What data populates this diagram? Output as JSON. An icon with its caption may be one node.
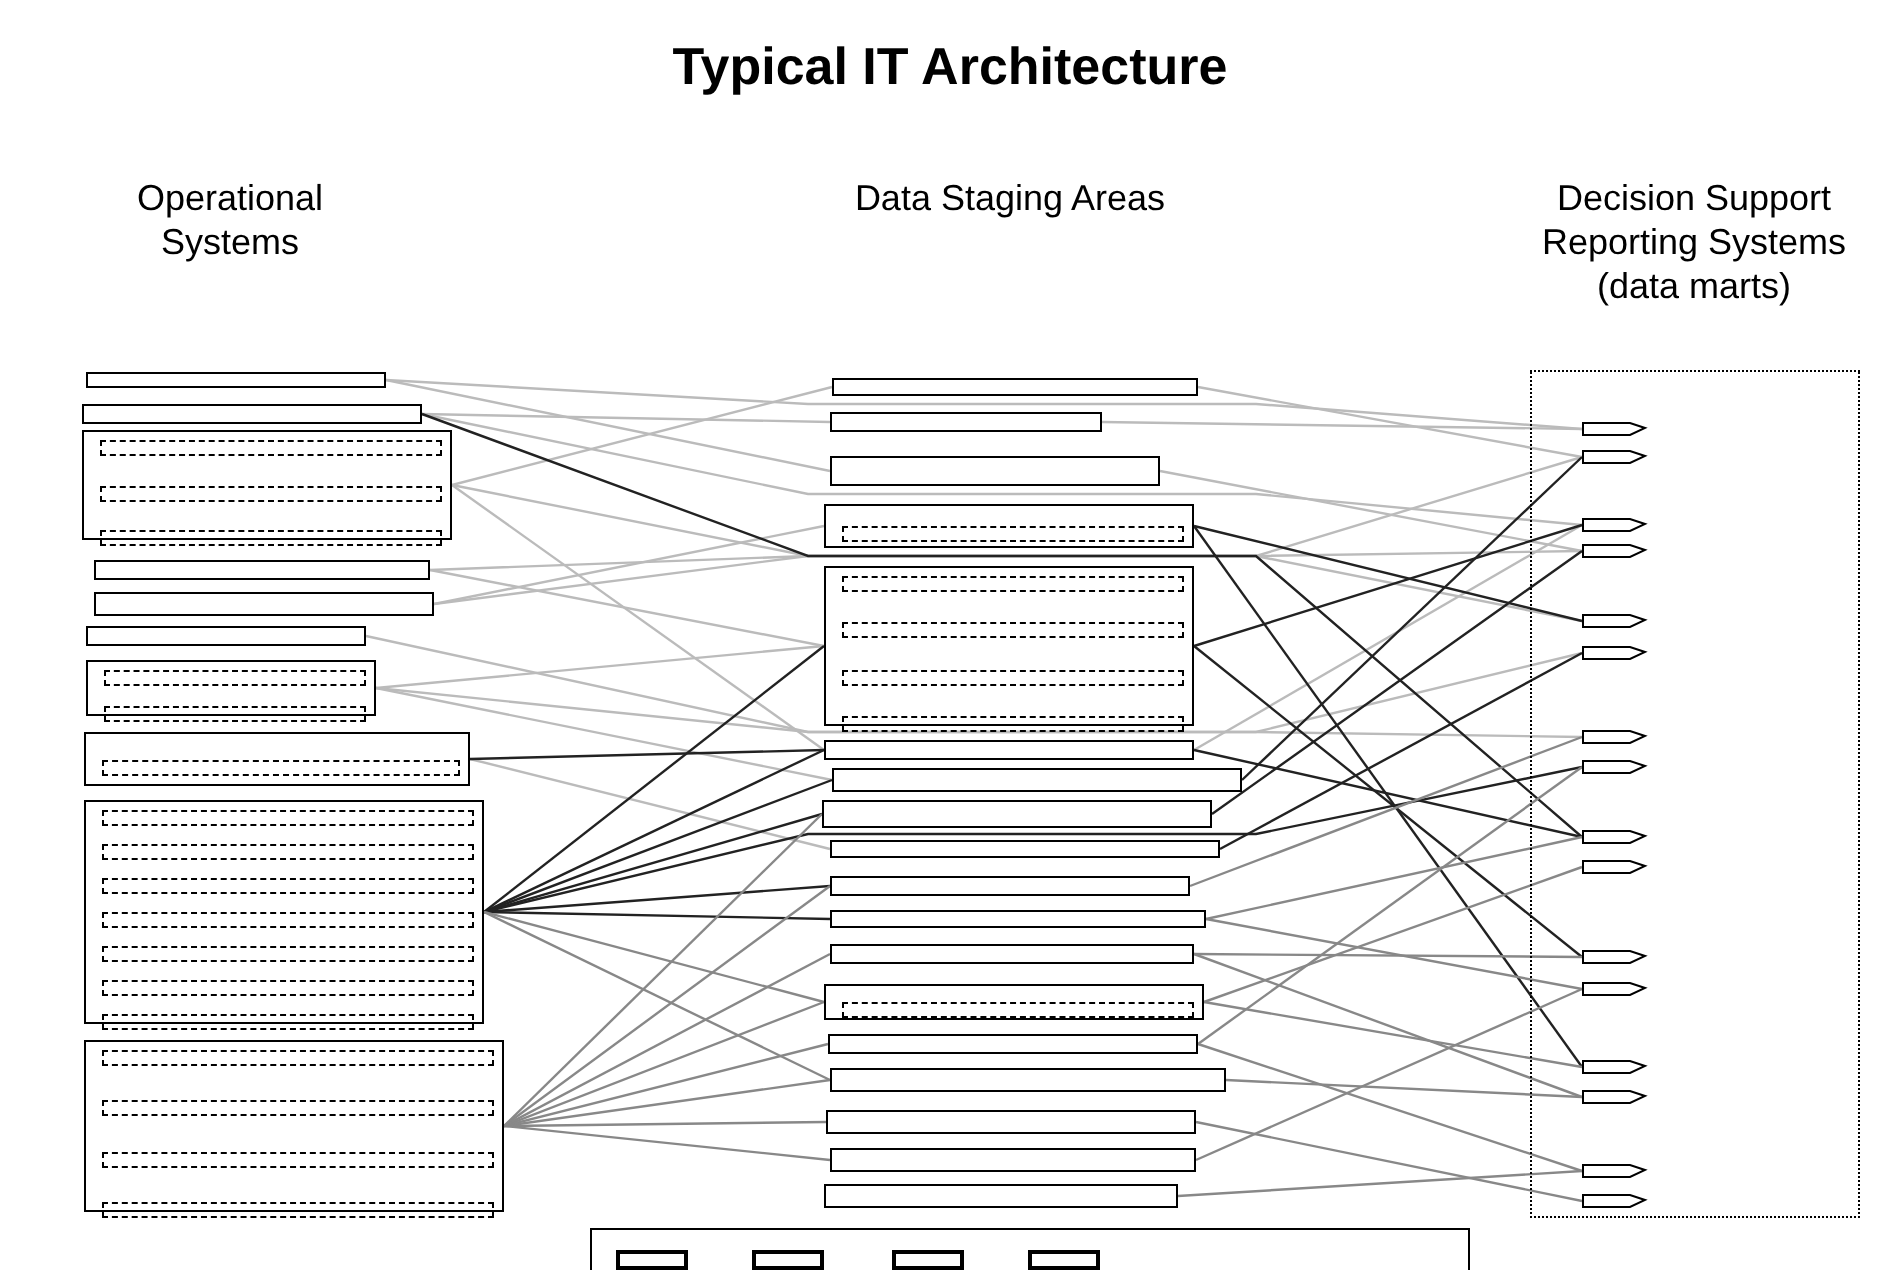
{
  "diagram": {
    "title": "Typical IT Architecture",
    "nodes": [
      {
        "text": [],
        "shape": "box"
      },
      {
        "text": [],
        "shape": "box"
      },
      {
        "text": [],
        "shape": "box"
      },
      {
        "text": [],
        "shape": "box"
      },
      {
        "text": [],
        "shape": "box"
      },
      {
        "text": [],
        "shape": "box"
      },
      {
        "text": [],
        "shape": "box"
      },
      {
        "text": [],
        "shape": "box"
      },
      {
        "text": [],
        "shape": "box"
      },
      {
        "text": [],
        "shape": "box"
      },
      {
        "text": [],
        "shape": "box"
      },
      {
        "text": [],
        "shape": "box"
      },
      {
        "text": [],
        "shape": "box"
      },
      {
        "text": [],
        "shape": "box"
      },
      {
        "text": [],
        "shape": "box"
      },
      {
        "text": [],
        "shape": "box"
      },
      {
        "text": [],
        "shape": "box"
      },
      {
        "text": [],
        "shape": "box"
      },
      {
        "text": [],
        "shape": "box"
      },
      {
        "text": [],
        "shape": "box"
      },
      {
        "text": [],
        "shape": "box"
      },
      {
        "text": [],
        "shape": "box"
      },
      {
        "text": [],
        "shape": "box"
      },
      {
        "text": [],
        "shape": "box"
      },
      {
        "text": [],
        "shape": "box"
      },
      {
        "text": [],
        "shape": "box"
      },
      {
        "text": [],
        "shape": "box"
      },
      {
        "text": [],
        "shape": "box"
      },
      {
        "text": [],
        "shape": "box"
      },
      {
        "text": [],
        "shape": "box",
        "in": 28
      },
      {
        "text": [],
        "shape": "box",
        "in": 28
      },
      {
        "text": [],
        "shape": "box",
        "in": 28
      },
      {
        "text": [],
        "shape": "box",
        "in": 28
      },
      {
        "text": [],
        "shape": "box"
      },
      {
        "text": [],
        "shape": "box",
        "in": 33
      },
      {
        "text": [],
        "shape": "box",
        "in": 33
      },
      {
        "text": [],
        "shape": "box",
        "in": 33
      },
      {
        "text": [],
        "shape": "box",
        "in": 33
      },
      {
        "text": [],
        "shape": "box",
        "in": 33
      },
      {
        "text": [],
        "shape": "box",
        "in": 33
      },
      {
        "text": [],
        "shape": "box",
        "in": 33
      },
      {
        "text": [],
        "shape": "box",
        "in": 33
      },
      {
        "text": [],
        "shape": "box",
        "in": 33
      },
      {
        "text": [],
        "shape": "box",
        "in": 33
      },
      {
        "text": [],
        "shape": "box",
        "in": 33
      },
      {
        "text": [],
        "shape": "box",
        "in": 33
      },
      {
        "text": [],
        "shape": "box",
        "in": 33
      },
      {
        "text": [],
        "shape": "box",
        "in": 33
      },
      {
        "text": [],
        "shape": "box",
        "in": 33
      },
      {
        "text": [],
        "shape": "box",
        "in": 33
      }
    ],
    "edges": [
      {
        "from": 0,
        "to": 12,
        "arrow": "none",
        "color": "#bbbbbb"
      },
      {
        "from": 0,
        "to": 34,
        "arrow": "none",
        "color": "#bbbbbb"
      },
      {
        "from": 1,
        "to": 11,
        "arrow": "none",
        "color": "#bbbbbb"
      },
      {
        "from": 1,
        "to": 36,
        "arrow": "none",
        "color": "#bbbbbb"
      },
      {
        "from": 2,
        "to": 15,
        "arrow": "none",
        "color": "#bbbbbb"
      },
      {
        "from": 2,
        "to": 38,
        "arrow": "none",
        "color": "#bbbbbb"
      },
      {
        "from": 2,
        "to": 10,
        "arrow": "none",
        "color": "#bbbbbb"
      },
      {
        "from": 3,
        "to": 14,
        "arrow": "none",
        "color": "#bbbbbb"
      },
      {
        "from": 3,
        "to": 37,
        "arrow": "none",
        "color": "#bbbbbb"
      },
      {
        "from": 4,
        "to": 35,
        "arrow": "none",
        "color": "#bbbbbb"
      },
      {
        "from": 4,
        "to": 13,
        "arrow": "none",
        "color": "#bbbbbb"
      },
      {
        "from": 5,
        "to": 39,
        "arrow": "none",
        "color": "#bbbbbb"
      },
      {
        "from": 6,
        "to": 14,
        "arrow": "none",
        "color": "#bbbbbb"
      },
      {
        "from": 6,
        "to": 40,
        "arrow": "none",
        "color": "#bbbbbb"
      },
      {
        "from": 6,
        "to": 16,
        "arrow": "none",
        "color": "#bbbbbb"
      },
      {
        "from": 7,
        "to": 18,
        "arrow": "none",
        "color": "#bbbbbb"
      },
      {
        "from": 10,
        "to": 35,
        "arrow": "none",
        "color": "#bbbbbb"
      },
      {
        "from": 11,
        "to": 34,
        "arrow": "none",
        "color": "#bbbbbb"
      },
      {
        "from": 12,
        "to": 37,
        "arrow": "none",
        "color": "#bbbbbb"
      },
      {
        "from": 15,
        "to": 36,
        "arrow": "none",
        "color": "#bbbbbb"
      },
      {
        "from": 1,
        "to": 42,
        "arrow": "none",
        "color": "#222222"
      },
      {
        "from": 8,
        "to": 14,
        "arrow": "none",
        "color": "#222222"
      },
      {
        "from": 8,
        "to": 15,
        "arrow": "none",
        "color": "#222222"
      },
      {
        "from": 8,
        "to": 17,
        "arrow": "none",
        "color": "#222222"
      },
      {
        "from": 8,
        "to": 16,
        "arrow": "none",
        "color": "#222222"
      },
      {
        "from": 8,
        "to": 19,
        "arrow": "none",
        "color": "#222222"
      },
      {
        "from": 7,
        "to": 15,
        "arrow": "none",
        "color": "#222222"
      },
      {
        "from": 8,
        "to": 20,
        "arrow": "none",
        "color": "#222222"
      },
      {
        "from": 8,
        "to": 41,
        "arrow": "none",
        "color": "#222222"
      },
      {
        "from": 13,
        "to": 38,
        "arrow": "none",
        "color": "#222222"
      },
      {
        "from": 14,
        "to": 36,
        "arrow": "none",
        "color": "#222222"
      },
      {
        "from": 14,
        "to": 44,
        "arrow": "none",
        "color": "#222222"
      },
      {
        "from": 15,
        "to": 42,
        "arrow": "none",
        "color": "#222222"
      },
      {
        "from": 16,
        "to": 35,
        "arrow": "none",
        "color": "#222222"
      },
      {
        "from": 17,
        "to": 37,
        "arrow": "none",
        "color": "#222222"
      },
      {
        "from": 18,
        "to": 39,
        "arrow": "none",
        "color": "#222222"
      },
      {
        "from": 13,
        "to": 46,
        "arrow": "none",
        "color": "#222222"
      },
      {
        "from": 9,
        "to": 22,
        "arrow": "none"
      },
      {
        "from": 9,
        "to": 23,
        "arrow": "none"
      },
      {
        "from": 9,
        "to": 24,
        "arrow": "none"
      },
      {
        "from": 9,
        "to": 25,
        "arrow": "none"
      },
      {
        "from": 9,
        "to": 26,
        "arrow": "none"
      },
      {
        "from": 9,
        "to": 21,
        "arrow": "none"
      },
      {
        "from": 9,
        "to": 19,
        "arrow": "none"
      },
      {
        "from": 9,
        "to": 17,
        "arrow": "none"
      },
      {
        "from": 8,
        "to": 22,
        "arrow": "none"
      },
      {
        "from": 8,
        "to": 24,
        "arrow": "none"
      },
      {
        "from": 20,
        "to": 42,
        "arrow": "none"
      },
      {
        "from": 21,
        "to": 44,
        "arrow": "none"
      },
      {
        "from": 22,
        "to": 46,
        "arrow": "none"
      },
      {
        "from": 23,
        "to": 48,
        "arrow": "none"
      },
      {
        "from": 24,
        "to": 47,
        "arrow": "none"
      },
      {
        "from": 25,
        "to": 49,
        "arrow": "none"
      },
      {
        "from": 26,
        "to": 45,
        "arrow": "none"
      },
      {
        "from": 22,
        "to": 43,
        "arrow": "none"
      },
      {
        "from": 19,
        "to": 40,
        "arrow": "none"
      },
      {
        "from": 23,
        "to": 41,
        "arrow": "none"
      },
      {
        "from": 21,
        "to": 47,
        "arrow": "none"
      },
      {
        "from": 27,
        "to": 48,
        "arrow": "none"
      },
      {
        "from": 20,
        "to": 45,
        "arrow": "none"
      }
    ],
    "labels": [
      "Operational Systems",
      "Data Staging Areas",
      "Decision Support Reporting Systems (data marts)"
    ]
  }
}
